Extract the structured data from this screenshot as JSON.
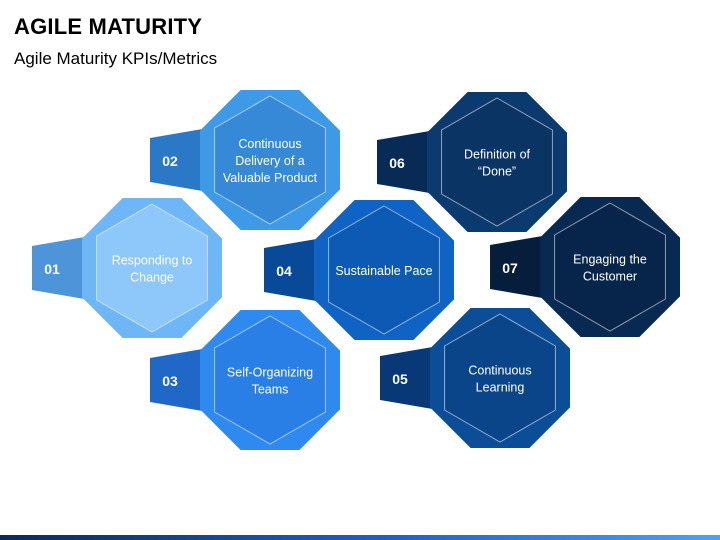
{
  "header": {
    "title": "AGILE MATURITY",
    "subtitle": "Agile Maturity KPIs/Metrics"
  },
  "items": [
    {
      "num": "01",
      "lines": [
        "Responding to",
        "Change"
      ],
      "color": "#6fb6f6",
      "inner": "#8ec7fa",
      "tab": "#4d95d8"
    },
    {
      "num": "02",
      "lines": [
        "Continuous",
        "Delivery of a",
        "Valuable Product"
      ],
      "color": "#3e9ae6",
      "inner": "#3689d6",
      "tab": "#2a78c6"
    },
    {
      "num": "03",
      "lines": [
        "Self-Organizing",
        "Teams"
      ],
      "color": "#2f8af0",
      "inner": "#2a7fe6",
      "tab": "#1f68c8"
    },
    {
      "num": "04",
      "lines": [
        "Sustainable Pace"
      ],
      "color": "#0f63c4",
      "inner": "#0d5ab4",
      "tab": "#094a98"
    },
    {
      "num": "05",
      "lines": [
        "Continuous",
        "Learning"
      ],
      "color": "#0c4d97",
      "inner": "#0a4589",
      "tab": "#083876"
    },
    {
      "num": "06",
      "lines": [
        "Definition of",
        "“Done”"
      ],
      "color": "#0a3a6e",
      "inner": "#093464",
      "tab": "#072b55"
    },
    {
      "num": "07",
      "lines": [
        "Engaging the",
        "Customer"
      ],
      "color": "#082a52",
      "inner": "#07254a",
      "tab": "#061d3c"
    }
  ]
}
